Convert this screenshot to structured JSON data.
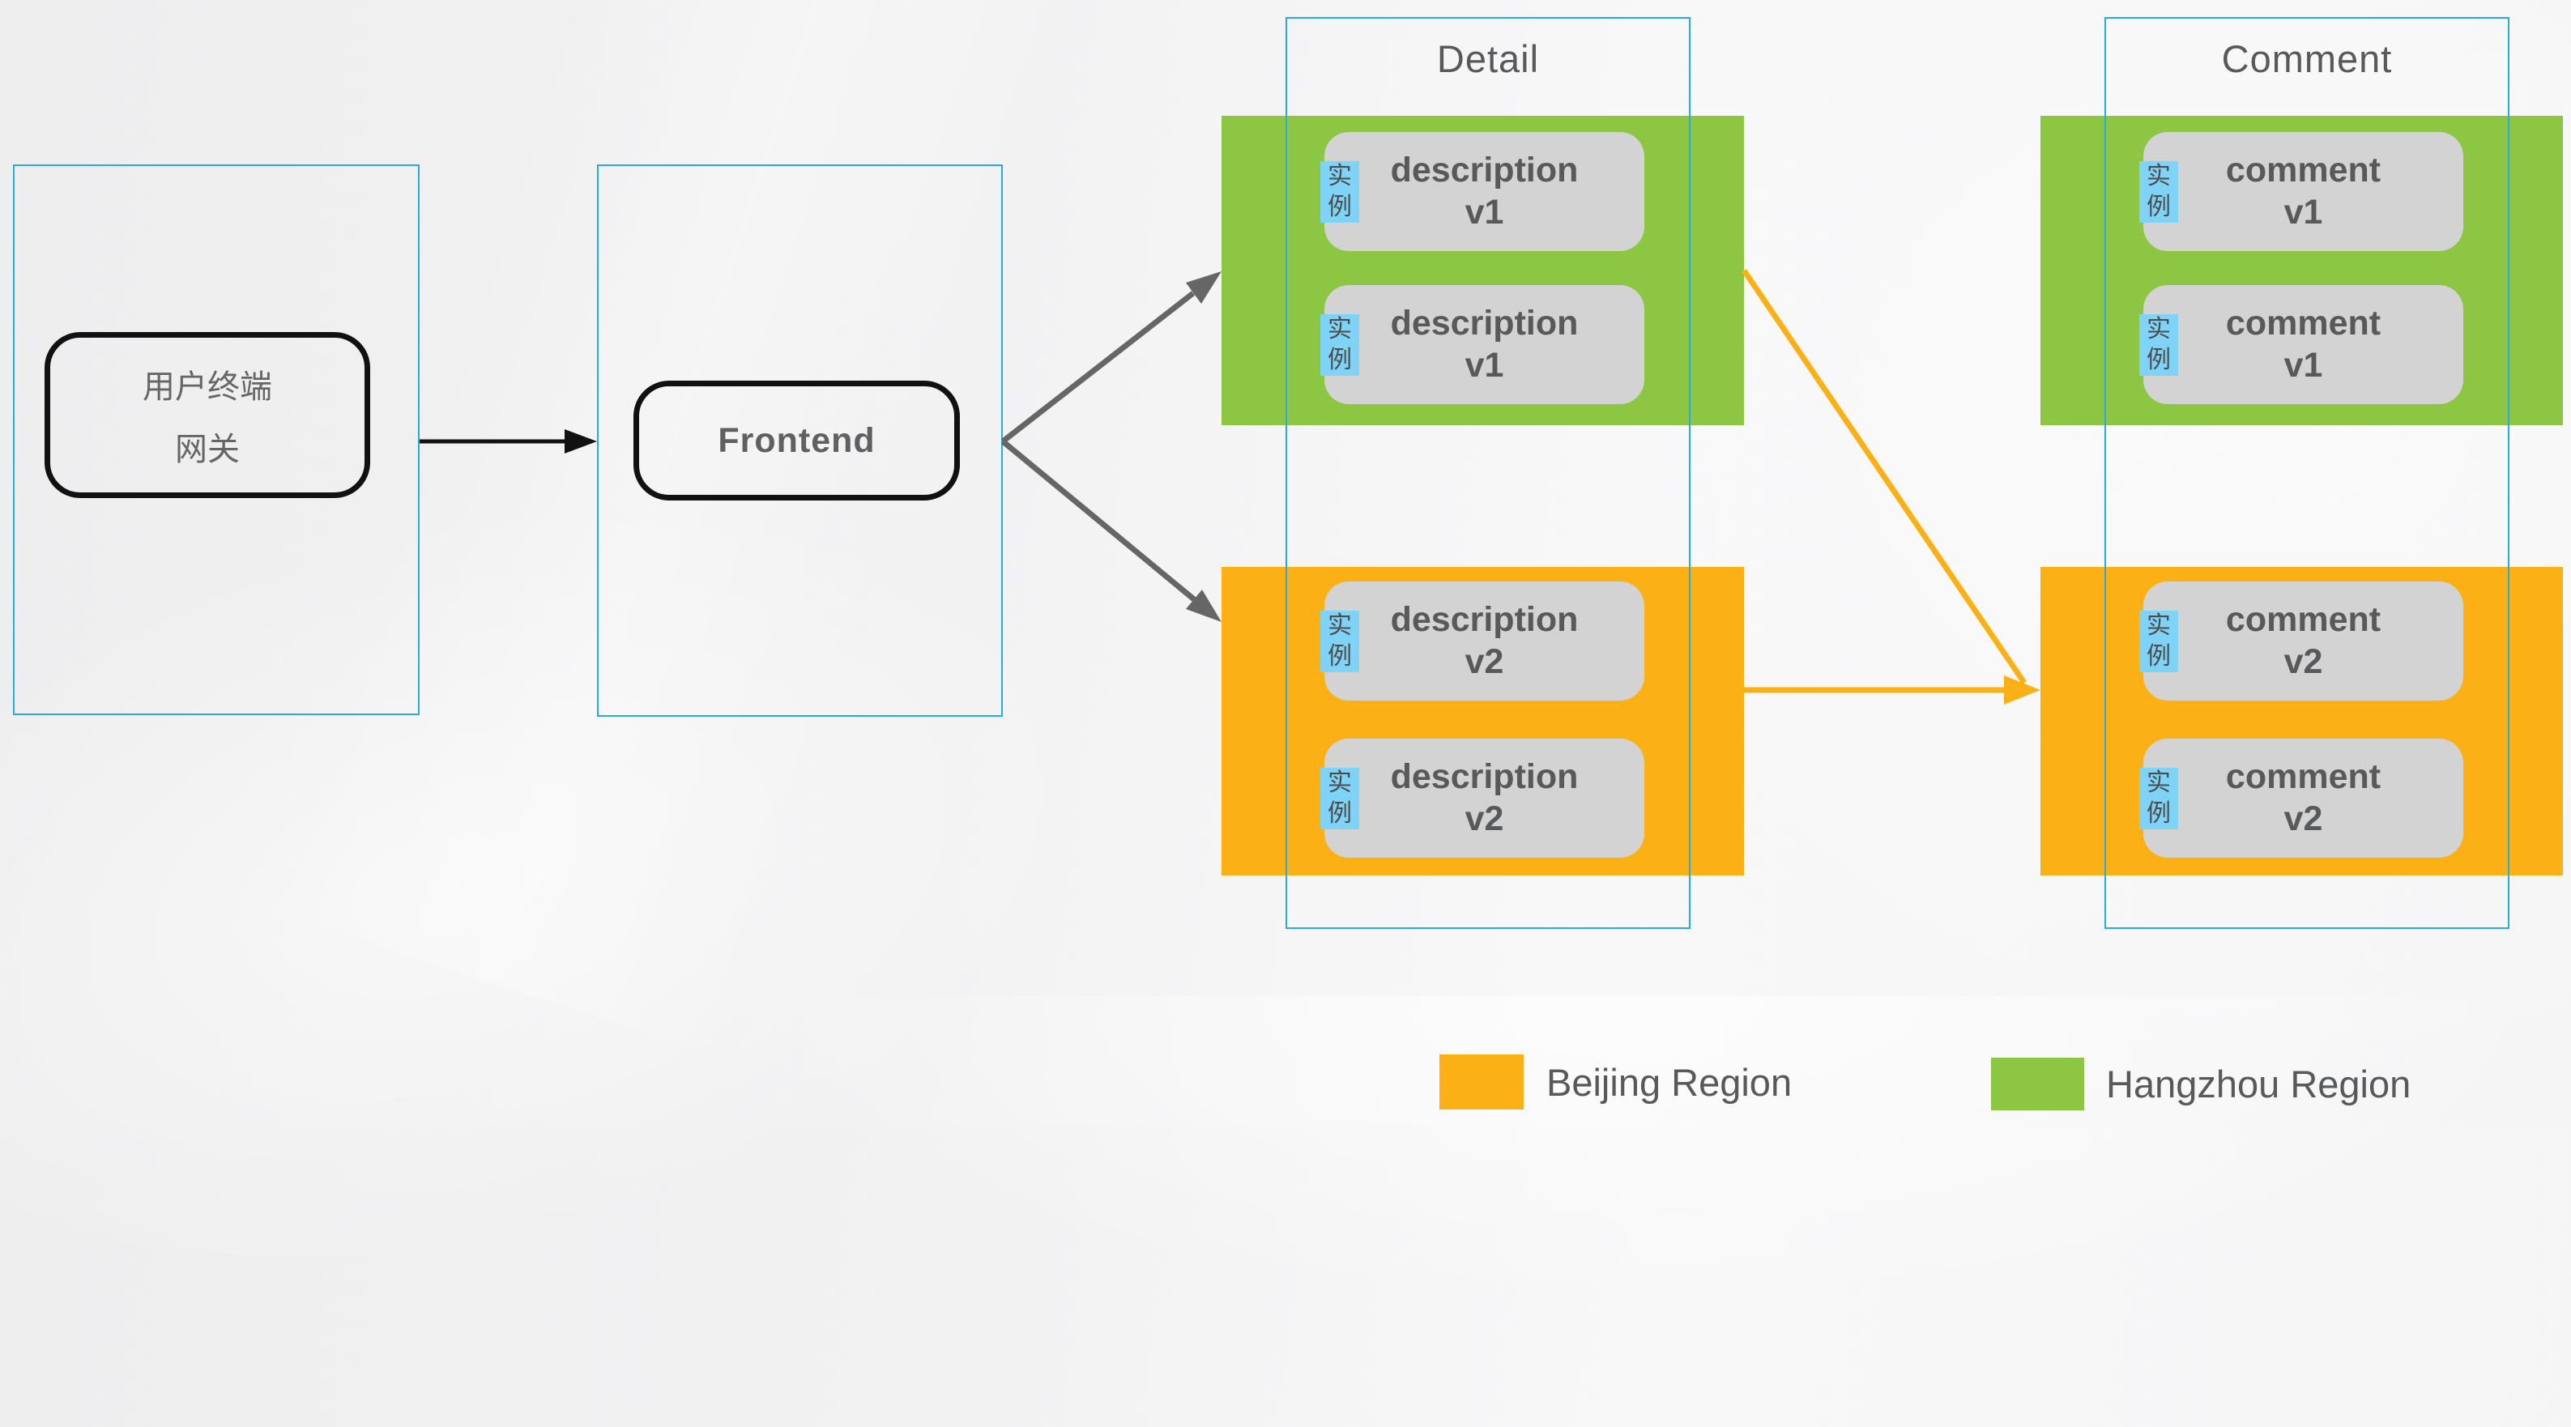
{
  "colors": {
    "region_beijing": "#FBB116",
    "region_hangzhou": "#8CC642",
    "container_border": "#29ABE2",
    "instance_badge_bg": "#7FD3F7",
    "node_fill": "#D3D3D3",
    "text_primary": "#58595B",
    "arrow_gray": "#666666",
    "arrow_black": "#111111"
  },
  "user_gateway": {
    "line1": "用户终端",
    "line2": "网关"
  },
  "frontend": {
    "label": "Frontend"
  },
  "sections": {
    "detail": {
      "title": "Detail",
      "hangzhou": {
        "items": [
          {
            "badge": "实例",
            "name": "description",
            "version": "v1"
          },
          {
            "badge": "实例",
            "name": "description",
            "version": "v1"
          }
        ]
      },
      "beijing": {
        "items": [
          {
            "badge": "实例",
            "name": "description",
            "version": "v2"
          },
          {
            "badge": "实例",
            "name": "description",
            "version": "v2"
          }
        ]
      }
    },
    "comment": {
      "title": "Comment",
      "hangzhou": {
        "items": [
          {
            "badge": "实例",
            "name": "comment",
            "version": "v1"
          },
          {
            "badge": "实例",
            "name": "comment",
            "version": "v1"
          }
        ]
      },
      "beijing": {
        "items": [
          {
            "badge": "实例",
            "name": "comment",
            "version": "v2"
          },
          {
            "badge": "实例",
            "name": "comment",
            "version": "v2"
          }
        ]
      }
    }
  },
  "legend": {
    "beijing": {
      "label": "Beijing Region",
      "color": "#FBB116"
    },
    "hangzhou": {
      "label": "Hangzhou Region",
      "color": "#8CC642"
    }
  }
}
